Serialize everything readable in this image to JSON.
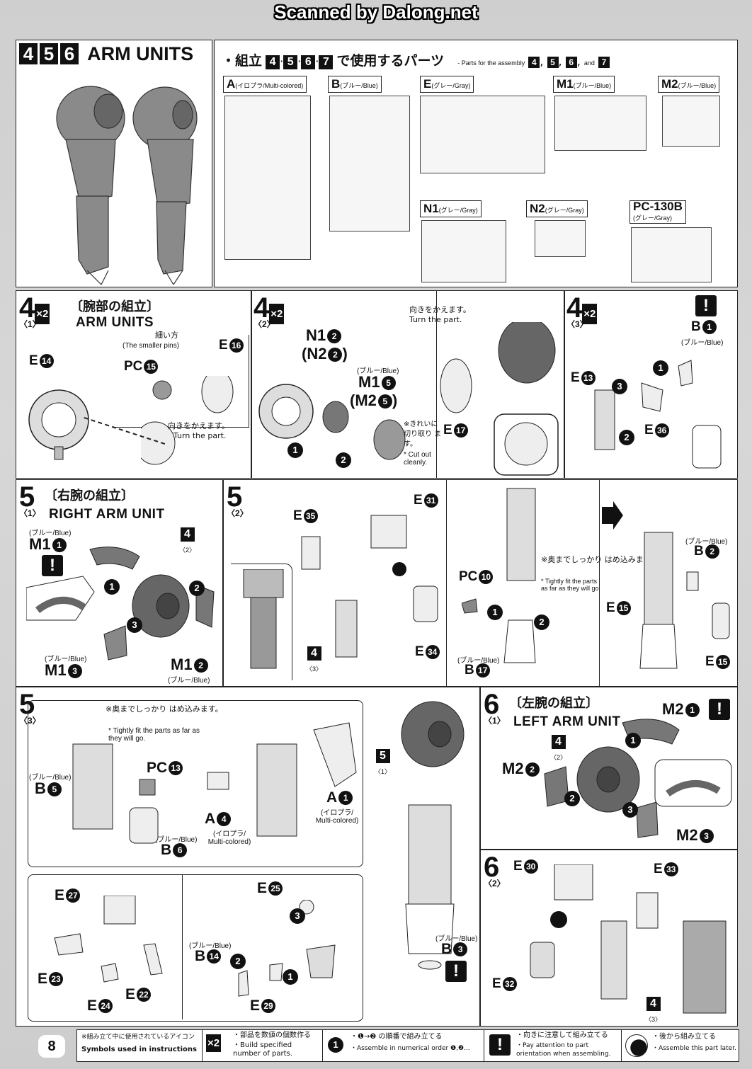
{
  "watermark": "Scanned by Dalong.net",
  "header": {
    "steps": [
      "4",
      "5",
      "6"
    ],
    "title": "ARM UNITS",
    "parts_title_jp": "・組立",
    "parts_steps": [
      "4",
      "5",
      "6",
      "7"
    ],
    "parts_title_jp2": "で使用するパーツ",
    "parts_title_en": "- Parts for the assembly",
    "parts_title_en_and": "and"
  },
  "runners": [
    {
      "id": "A",
      "label": "(イロプラ/Multi-colored)"
    },
    {
      "id": "B",
      "label": "(ブルー/Blue)"
    },
    {
      "id": "E",
      "label": "(グレー/Gray)"
    },
    {
      "id": "M1",
      "label": "(ブルー/Blue)"
    },
    {
      "id": "M2",
      "label": "(ブルー/Blue)"
    },
    {
      "id": "N1",
      "label": "(グレー/Gray)"
    },
    {
      "id": "N2",
      "label": "(グレー/Gray)"
    },
    {
      "id": "PC-130B",
      "label": "(グレー/Gray)"
    }
  ],
  "step4_1": {
    "num": "4",
    "mult": "×2",
    "sub": "〈1〉",
    "title_jp": "〔腕部の組立〕",
    "title_en": "ARM UNITS",
    "parts": {
      "e14": "E",
      "e14n": "14",
      "pc15": "PC",
      "pc15n": "15",
      "e16": "E",
      "e16n": "16"
    },
    "note_jp": "細い方",
    "note_en": "(The smaller pins)",
    "turn_jp": "向きをかえます。",
    "turn_en": "Turn the part."
  },
  "step4_2": {
    "num": "4",
    "mult": "×2",
    "sub": "〈2〉",
    "n1": "N1",
    "n1n": "2",
    "n2": "(N2",
    "n2n": "2",
    "m1color": "(ブルー/Blue)",
    "m1": "M1",
    "m1n": "5",
    "m2": "(M2",
    "m2n": "5",
    "cut_jp": "※きれいに 切り取り ます。",
    "cut_en": "* Cut out cleanly.",
    "turn_jp": "向きをかえます。",
    "turn_en": "Turn the part.",
    "e17": "E",
    "e17n": "17"
  },
  "step4_3": {
    "num": "4",
    "mult": "×2",
    "sub": "〈3〉",
    "b1": "B",
    "b1n": "1",
    "b1color": "(ブルー/Blue)",
    "e13": "E",
    "e13n": "13",
    "e36": "E",
    "e36n": "36"
  },
  "step5_1": {
    "num": "5",
    "sub": "〈1〉",
    "title_jp": "〔右腕の組立〕",
    "title_en": "RIGHT ARM UNIT",
    "blue": "(ブルー/Blue)",
    "m1a": "M1",
    "m1an": "1",
    "m1b": "M1",
    "m1bn": "2",
    "m1c": "M1",
    "m1cn": "3",
    "ref": "4",
    "refsub": "〈2〉"
  },
  "step5_2": {
    "num": "5",
    "sub": "〈2〉",
    "e35": "E",
    "e35n": "35",
    "e31": "E",
    "e31n": "31",
    "e34": "E",
    "e34n": "34",
    "ref": "4",
    "refsub": "〈3〉",
    "pc10": "PC",
    "pc10n": "10",
    "b17": "B",
    "b17n": "17",
    "blue": "(ブルー/Blue)",
    "note_jp": "※奥までしっかり はめ込みます。",
    "note_en": "* Tightly fit the parts as far as they will go.",
    "b2": "B",
    "b2n": "2",
    "e15a": "E",
    "e15an": "15",
    "e15b": "E",
    "e15bn": "15"
  },
  "step5_3": {
    "num": "5",
    "sub": "〈3〉",
    "note_jp": "※奥までしっかり はめ込みます。",
    "note_en": "* Tightly fit the parts as far as they will go.",
    "b5": "B",
    "b5n": "5",
    "pc13": "PC",
    "pc13n": "13",
    "b6": "B",
    "b6n": "6",
    "a4": "A",
    "a4n": "4",
    "a1": "A",
    "a1n": "1",
    "blue": "(ブルー/Blue)",
    "multi": "(イロプラ/ Multi-colored)",
    "e27": "E",
    "e27n": "27",
    "e23": "E",
    "e23n": "23",
    "e24": "E",
    "e24n": "24",
    "e22": "E",
    "e22n": "22",
    "e25": "E",
    "e25n": "25",
    "b14": "B",
    "b14n": "14",
    "e29": "E",
    "e29n": "29",
    "b3": "B",
    "b3n": "3",
    "ref": "5",
    "refsub": "〈1〉"
  },
  "step6_1": {
    "num": "6",
    "sub": "〈1〉",
    "title_jp": "〔左腕の組立〕",
    "title_en": "LEFT ARM UNIT",
    "m2a": "M2",
    "m2an": "1",
    "m2b": "M2",
    "m2bn": "2",
    "m2c": "M2",
    "m2cn": "3",
    "ref": "4",
    "refsub": "〈2〉"
  },
  "step6_2": {
    "num": "6",
    "sub": "〈2〉",
    "e30": "E",
    "e30n": "30",
    "e33": "E",
    "e33n": "33",
    "e32": "E",
    "e32n": "32",
    "ref": "4",
    "refsub": "〈3〉"
  },
  "footer": {
    "page": "8",
    "legend_jp": "※組み立て中に使用されているアイコン",
    "legend_en": "Symbols used in instructions",
    "i1_icon": "×2",
    "i1_jp": "・部品を数値の個数作る",
    "i1_en": "・Build specified number of parts.",
    "i2_icon": "1",
    "i2_jp": "・❶→❷ の順番で組み立てる",
    "i2_en": "・Assemble in numerical order ❶,❷...",
    "i3_icon": "!",
    "i3_jp": "・向きに注意して組み立てる",
    "i3_en": "・Pay attention to part orientation when assembling.",
    "i4_jp": "・後から組み立てる",
    "i4_en": "・Assemble this part later."
  },
  "colors": {
    "ink": "#111111",
    "paper": "#ffffff",
    "frame": "#d2d2d2",
    "part_gray": "#8a8a8a",
    "part_dark": "#5a5a5a"
  }
}
